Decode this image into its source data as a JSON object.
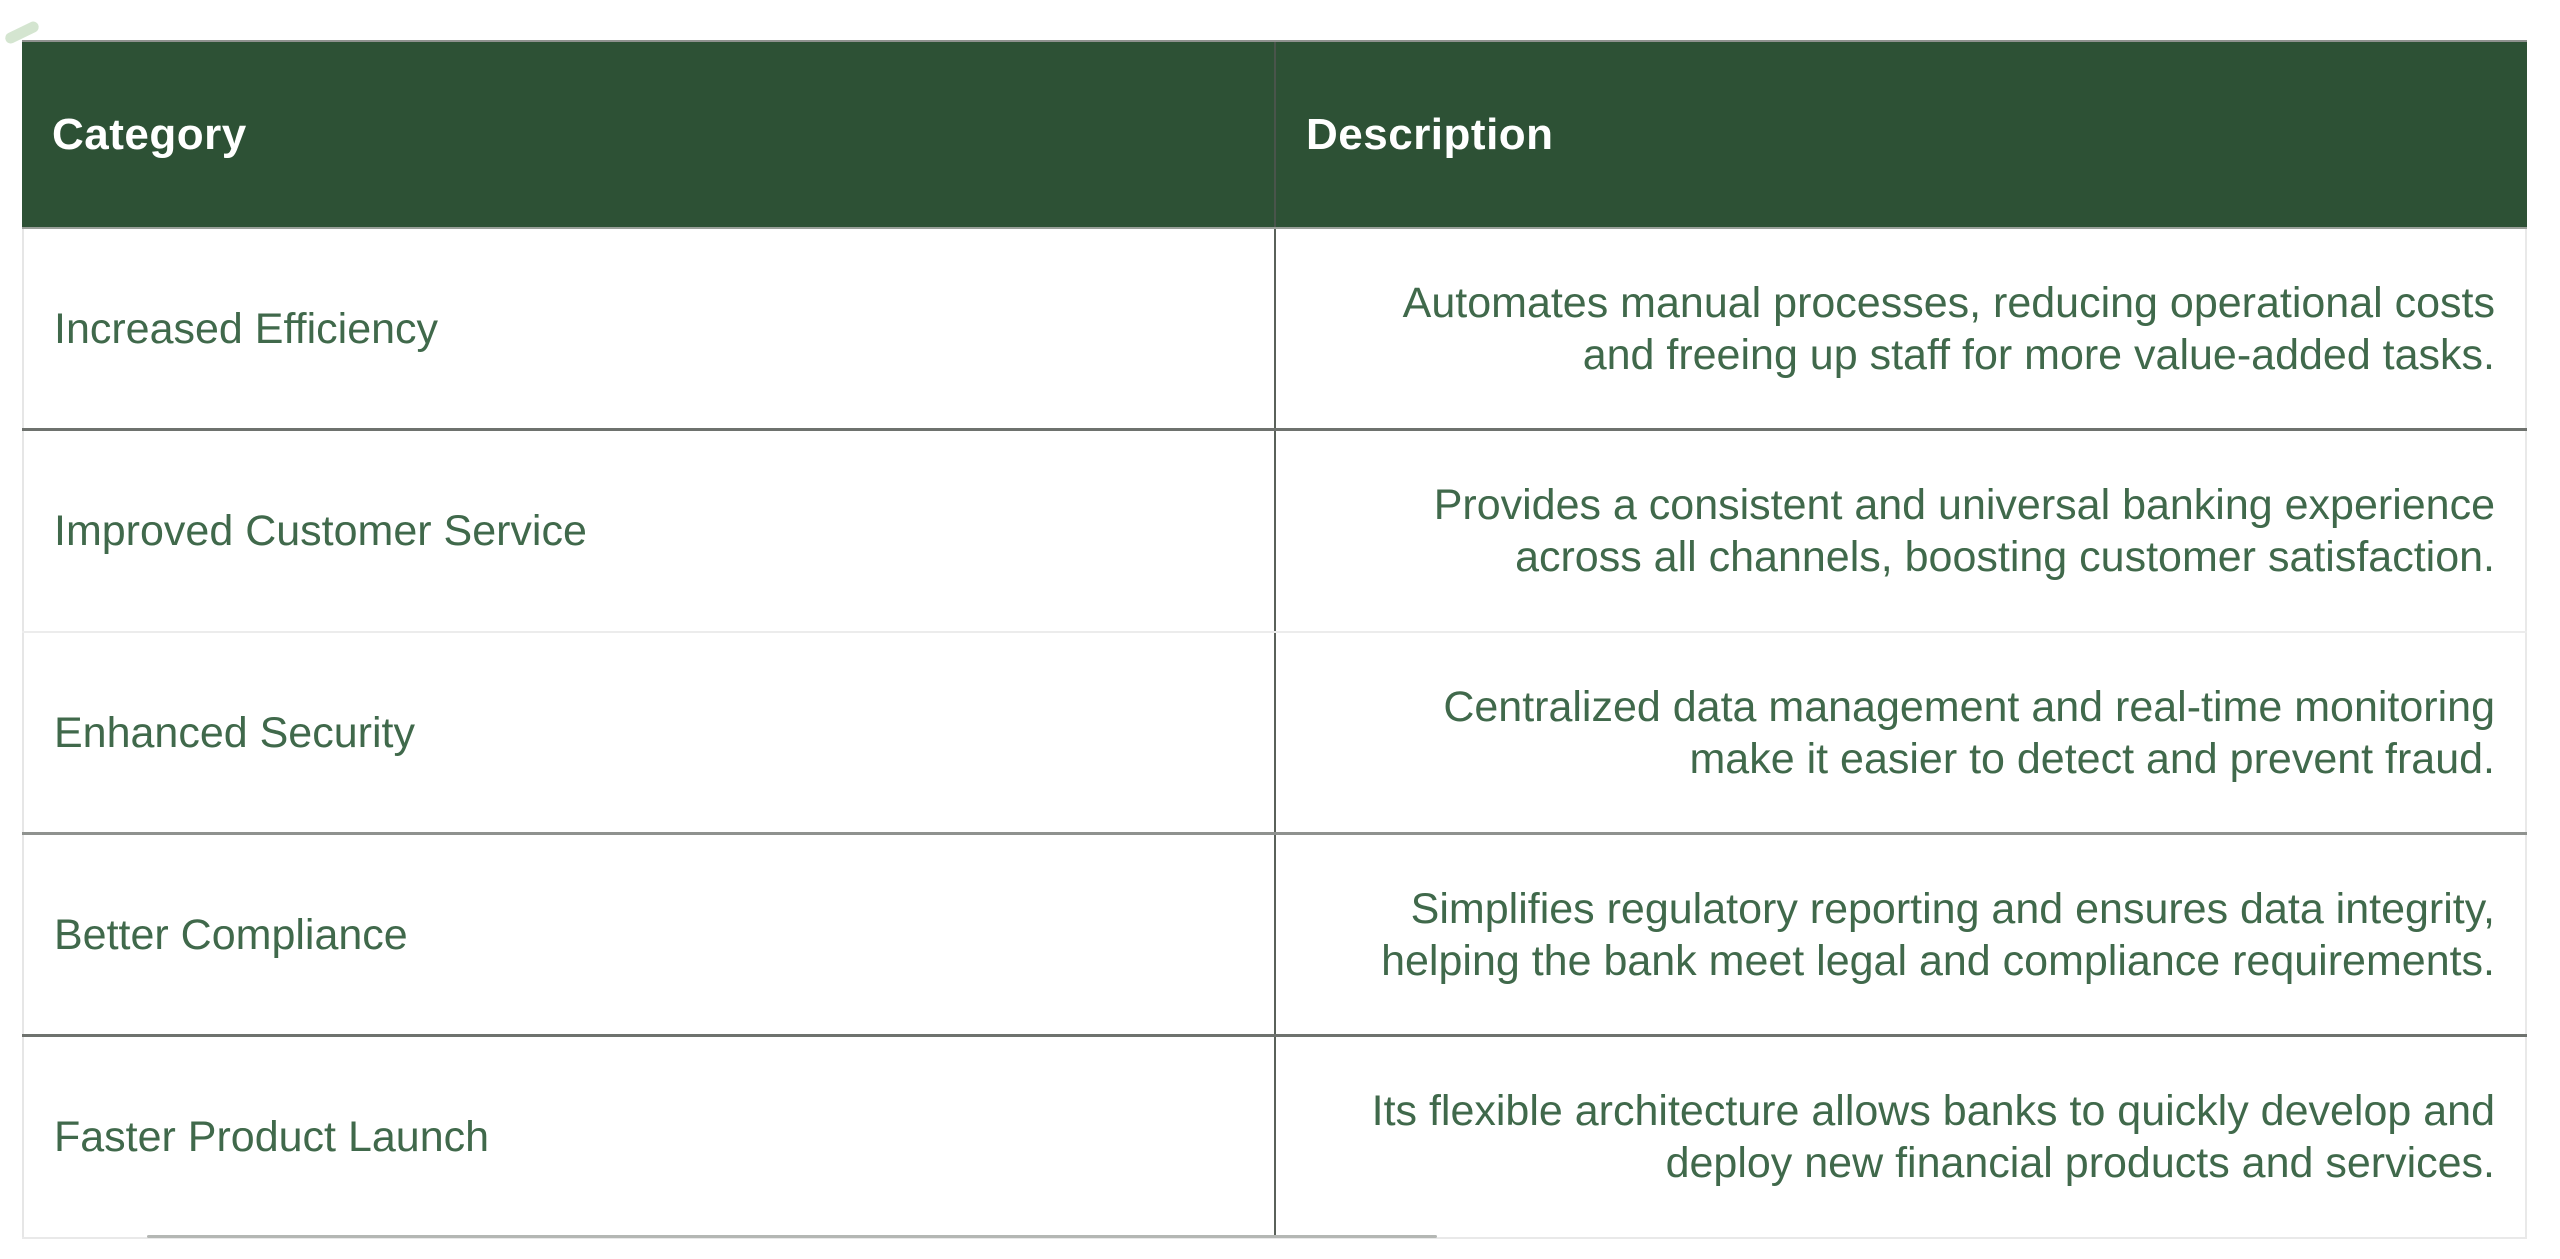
{
  "table": {
    "columns": [
      {
        "label": "Category"
      },
      {
        "label": "Description"
      }
    ],
    "rows": [
      {
        "category": "Increased Efficiency",
        "description": "Automates manual processes, reducing operational costs\nand freeing up staff for more value-added tasks."
      },
      {
        "category": "Improved Customer Service",
        "description": "Provides a consistent and universal banking experience\nacross all channels, boosting customer satisfaction."
      },
      {
        "category": "Enhanced Security",
        "description": "Centralized data management and real-time monitoring\nmake it easier to detect and prevent fraud."
      },
      {
        "category": "Better Compliance",
        "description": "Simplifies regulatory reporting and ensures data integrity,\nhelping the bank meet legal and compliance requirements."
      },
      {
        "category": "Faster Product Launch",
        "description": "Its flexible architecture allows banks to quickly develop and\ndeploy new financial products and services."
      }
    ],
    "colors": {
      "header_bg": "#2d5135",
      "header_text": "#ffffff",
      "body_text": "#40694b",
      "column_rule": "#5a615a",
      "row_rule_dark": "#6e726e",
      "row_rule_light": "#ececec",
      "corner_mark": "#cfe2cb"
    }
  }
}
